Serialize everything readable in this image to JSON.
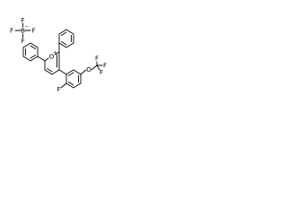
{
  "structure": {
    "counterion": {
      "boron_symbol": "B",
      "fluorine_symbol": "F",
      "charge_symbol": "−"
    },
    "cation": {
      "oxygen_symbol": "O",
      "charge_symbol": "+",
      "fluorine_symbol": "F",
      "ether_oxygen_symbol": "O",
      "cf3_fluorine_symbol": "F"
    }
  },
  "colors": {
    "bond": "#000000",
    "text": "#000000",
    "background": "#ffffff"
  }
}
